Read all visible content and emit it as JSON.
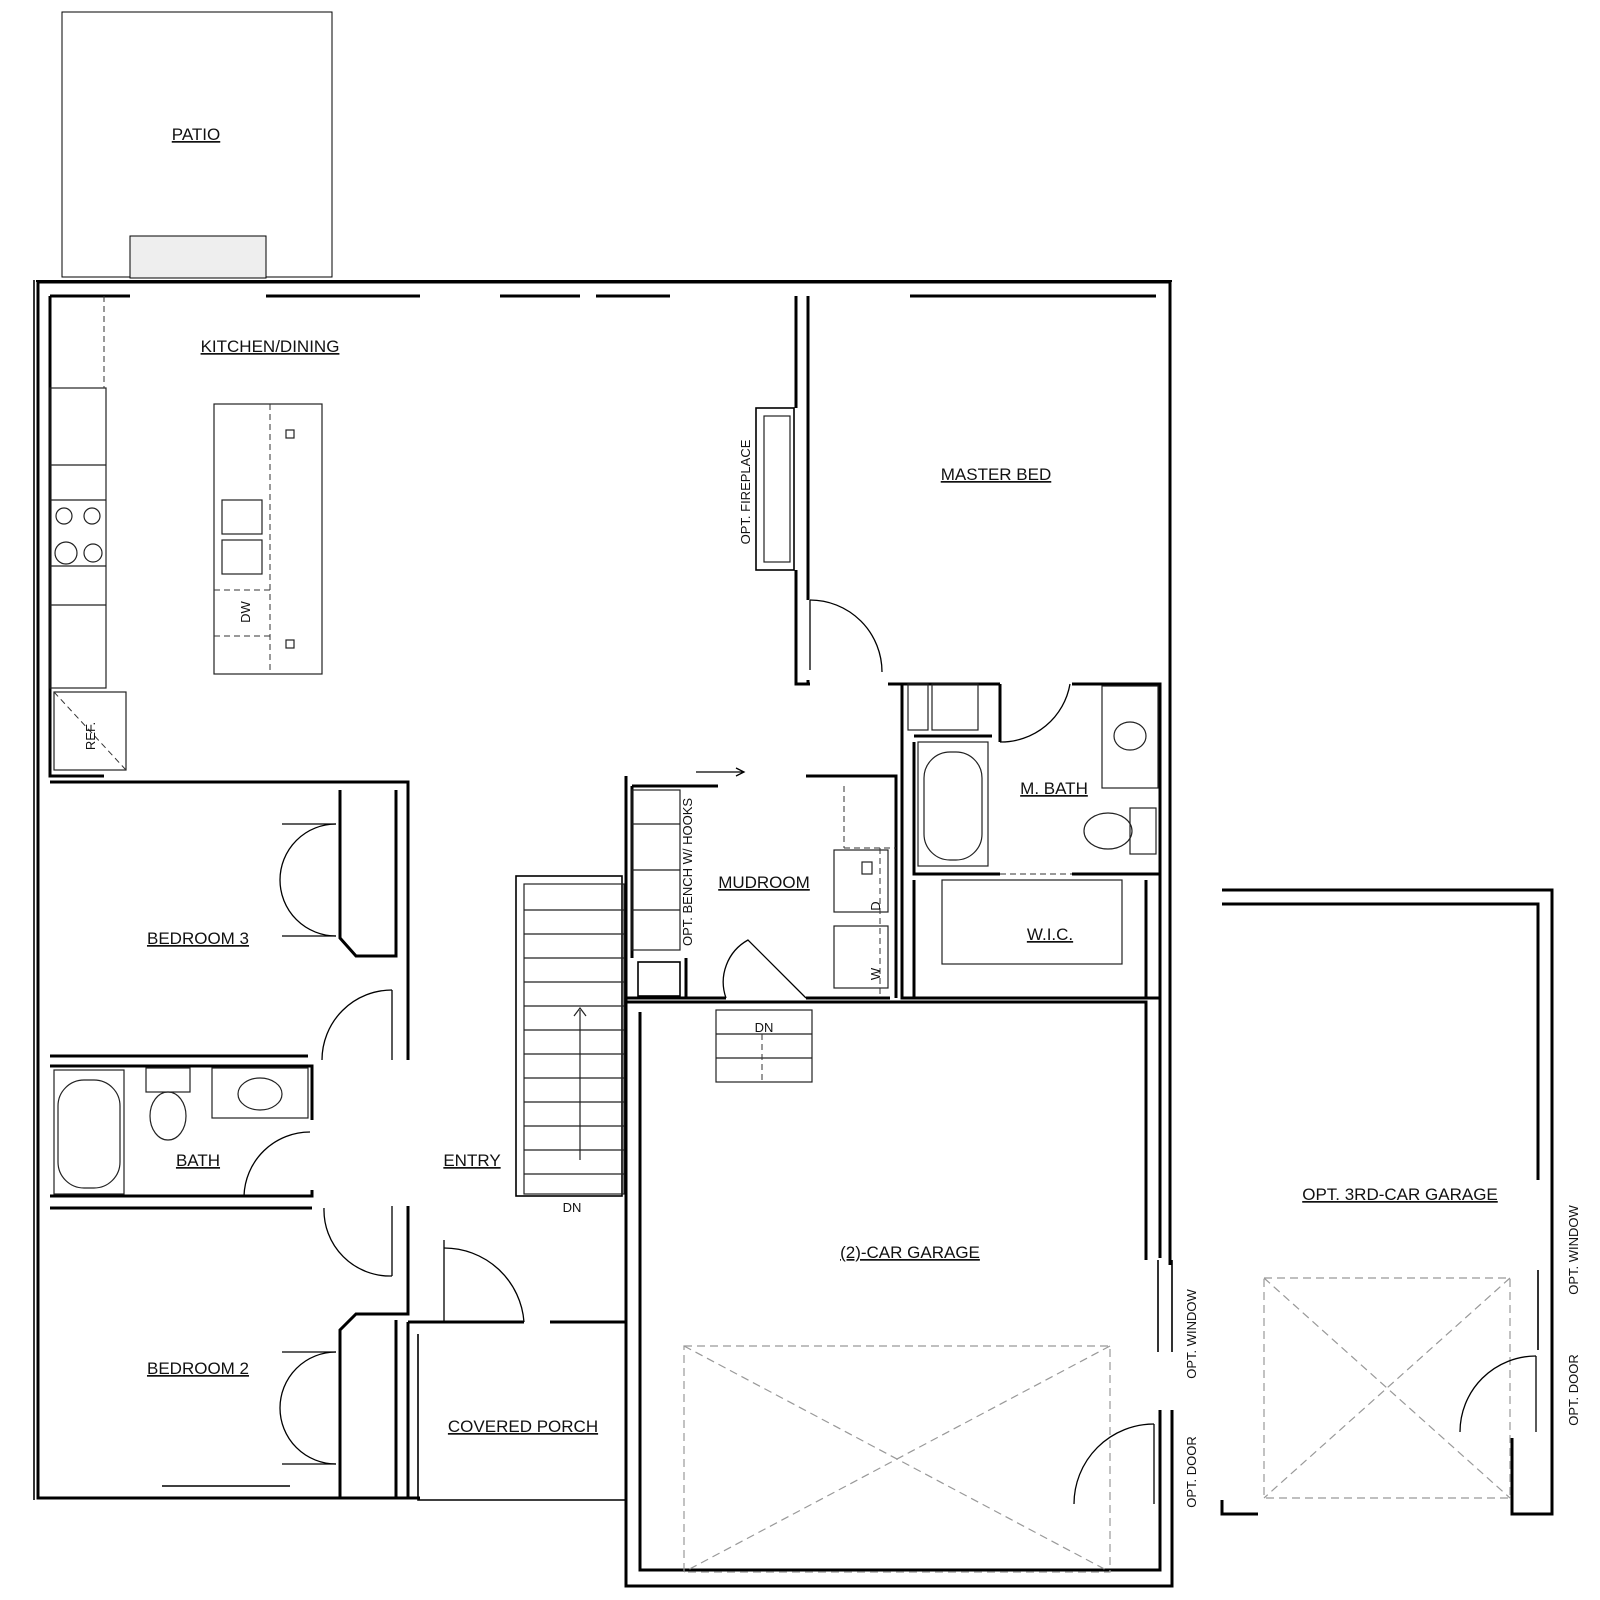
{
  "rooms": {
    "patio": "PATIO",
    "kitchen": "KITCHEN/DINING",
    "fireplace": "OPT. FIREPLACE",
    "master_bed": "MASTER BED",
    "m_bath": "M. BATH",
    "wic": "W.I.C.",
    "mudroom": "MUDROOM",
    "bench": "OPT. BENCH W/ HOOKS",
    "bedroom3": "BEDROOM 3",
    "bath": "BATH",
    "entry": "ENTRY",
    "bedroom2": "BEDROOM 2",
    "porch": "COVERED PORCH",
    "garage2": "(2)-CAR GARAGE",
    "garage3": "OPT. 3RD-CAR GARAGE"
  },
  "fixtures": {
    "dw": "DW",
    "ref": "REF.",
    "dryer": "D",
    "washer": "W",
    "dn": "DN"
  },
  "options": {
    "window": "OPT. WINDOW",
    "door": "OPT. DOOR"
  }
}
